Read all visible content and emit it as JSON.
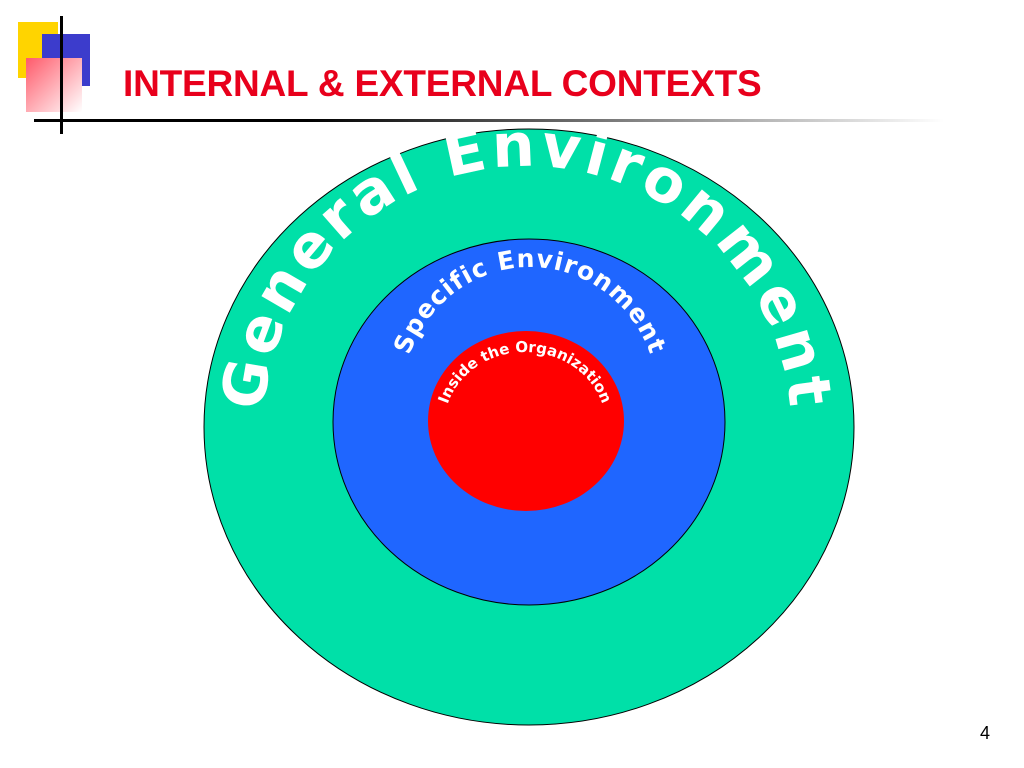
{
  "slide": {
    "title": "INTERNAL & EXTERNAL CONTEXTS",
    "page_number": "4"
  },
  "rings": {
    "outer": {
      "label": "General Environment"
    },
    "middle": {
      "label": "Specific Environment"
    },
    "inner": {
      "label": "Inside the Organization"
    }
  },
  "colors": {
    "title": "#e8001c",
    "outer_ring": "#00e0a8",
    "middle_ring": "#1f66ff",
    "inner_circle": "#ff0000",
    "ring_text": "#ffffff",
    "deco_yellow": "#ffd400",
    "deco_blue": "#3c3ccc",
    "deco_pink": "#ff5a6a",
    "deco_line": "#000000"
  }
}
